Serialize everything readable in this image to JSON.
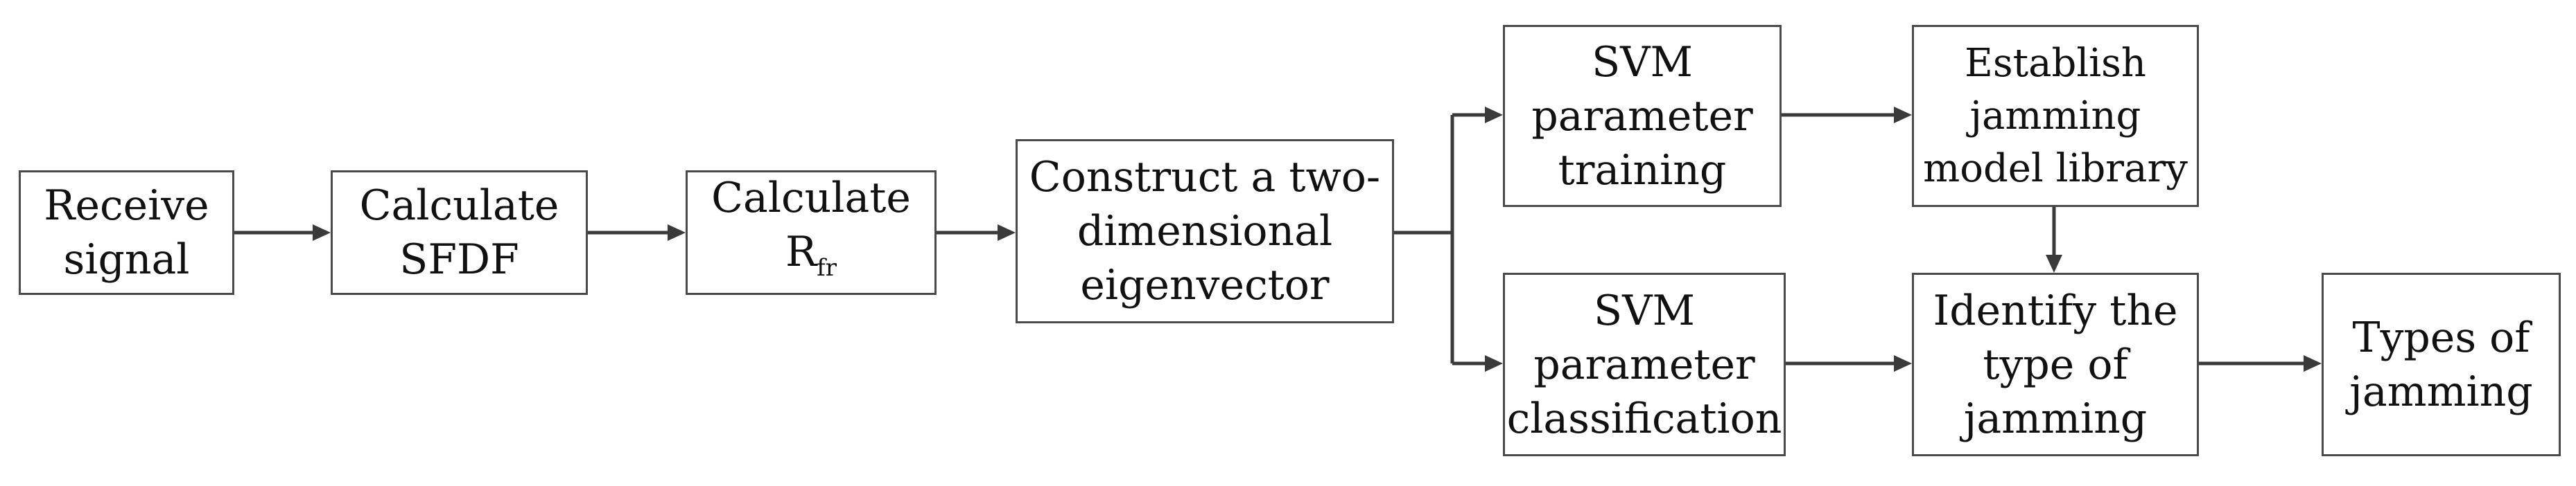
{
  "colors": {
    "line": "#3a3a3a",
    "border": "#4a4a4a",
    "text": "#111111"
  },
  "nodes": {
    "receive": "Receive\nsignal",
    "sfdf": "Calculate\nSFDF",
    "rfr_main": "Calculate\nR",
    "rfr_sub": "fr",
    "construct": "Construct a two-\ndimensional\neigenvector",
    "svm_train": "SVM\nparameter\ntraining",
    "svm_class": "SVM\nparameter\nclassification",
    "establish": "Establish\njamming\nmodel library",
    "identify": "Identify the\ntype of\njamming",
    "types": "Types of\njamming"
  }
}
